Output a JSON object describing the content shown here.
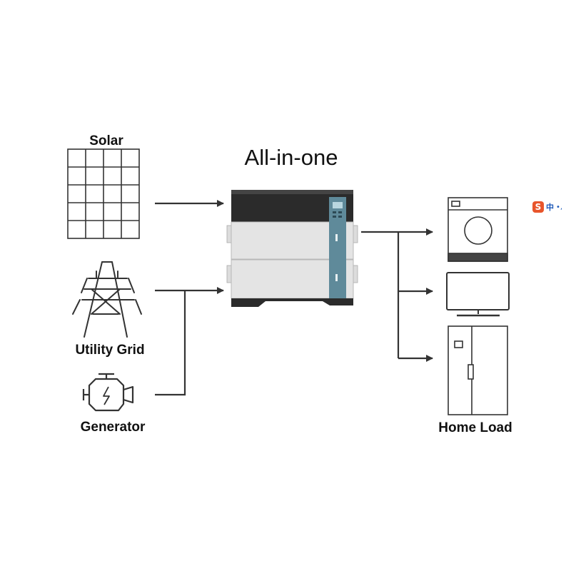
{
  "title": "All-in-one",
  "sources": {
    "solar": "Solar",
    "utility_grid": "Utility Grid",
    "generator": "Generator"
  },
  "output": {
    "home_load": "Home Load"
  },
  "ime": {
    "badge": "S",
    "text": "中",
    "dots": "•,"
  },
  "colors": {
    "line": "#333333",
    "battery_body": "#e4e4e4",
    "inverter_top": "#2b2b2b",
    "accent_panel": "#5f8a9a",
    "ime_accent": "#e8552b"
  }
}
